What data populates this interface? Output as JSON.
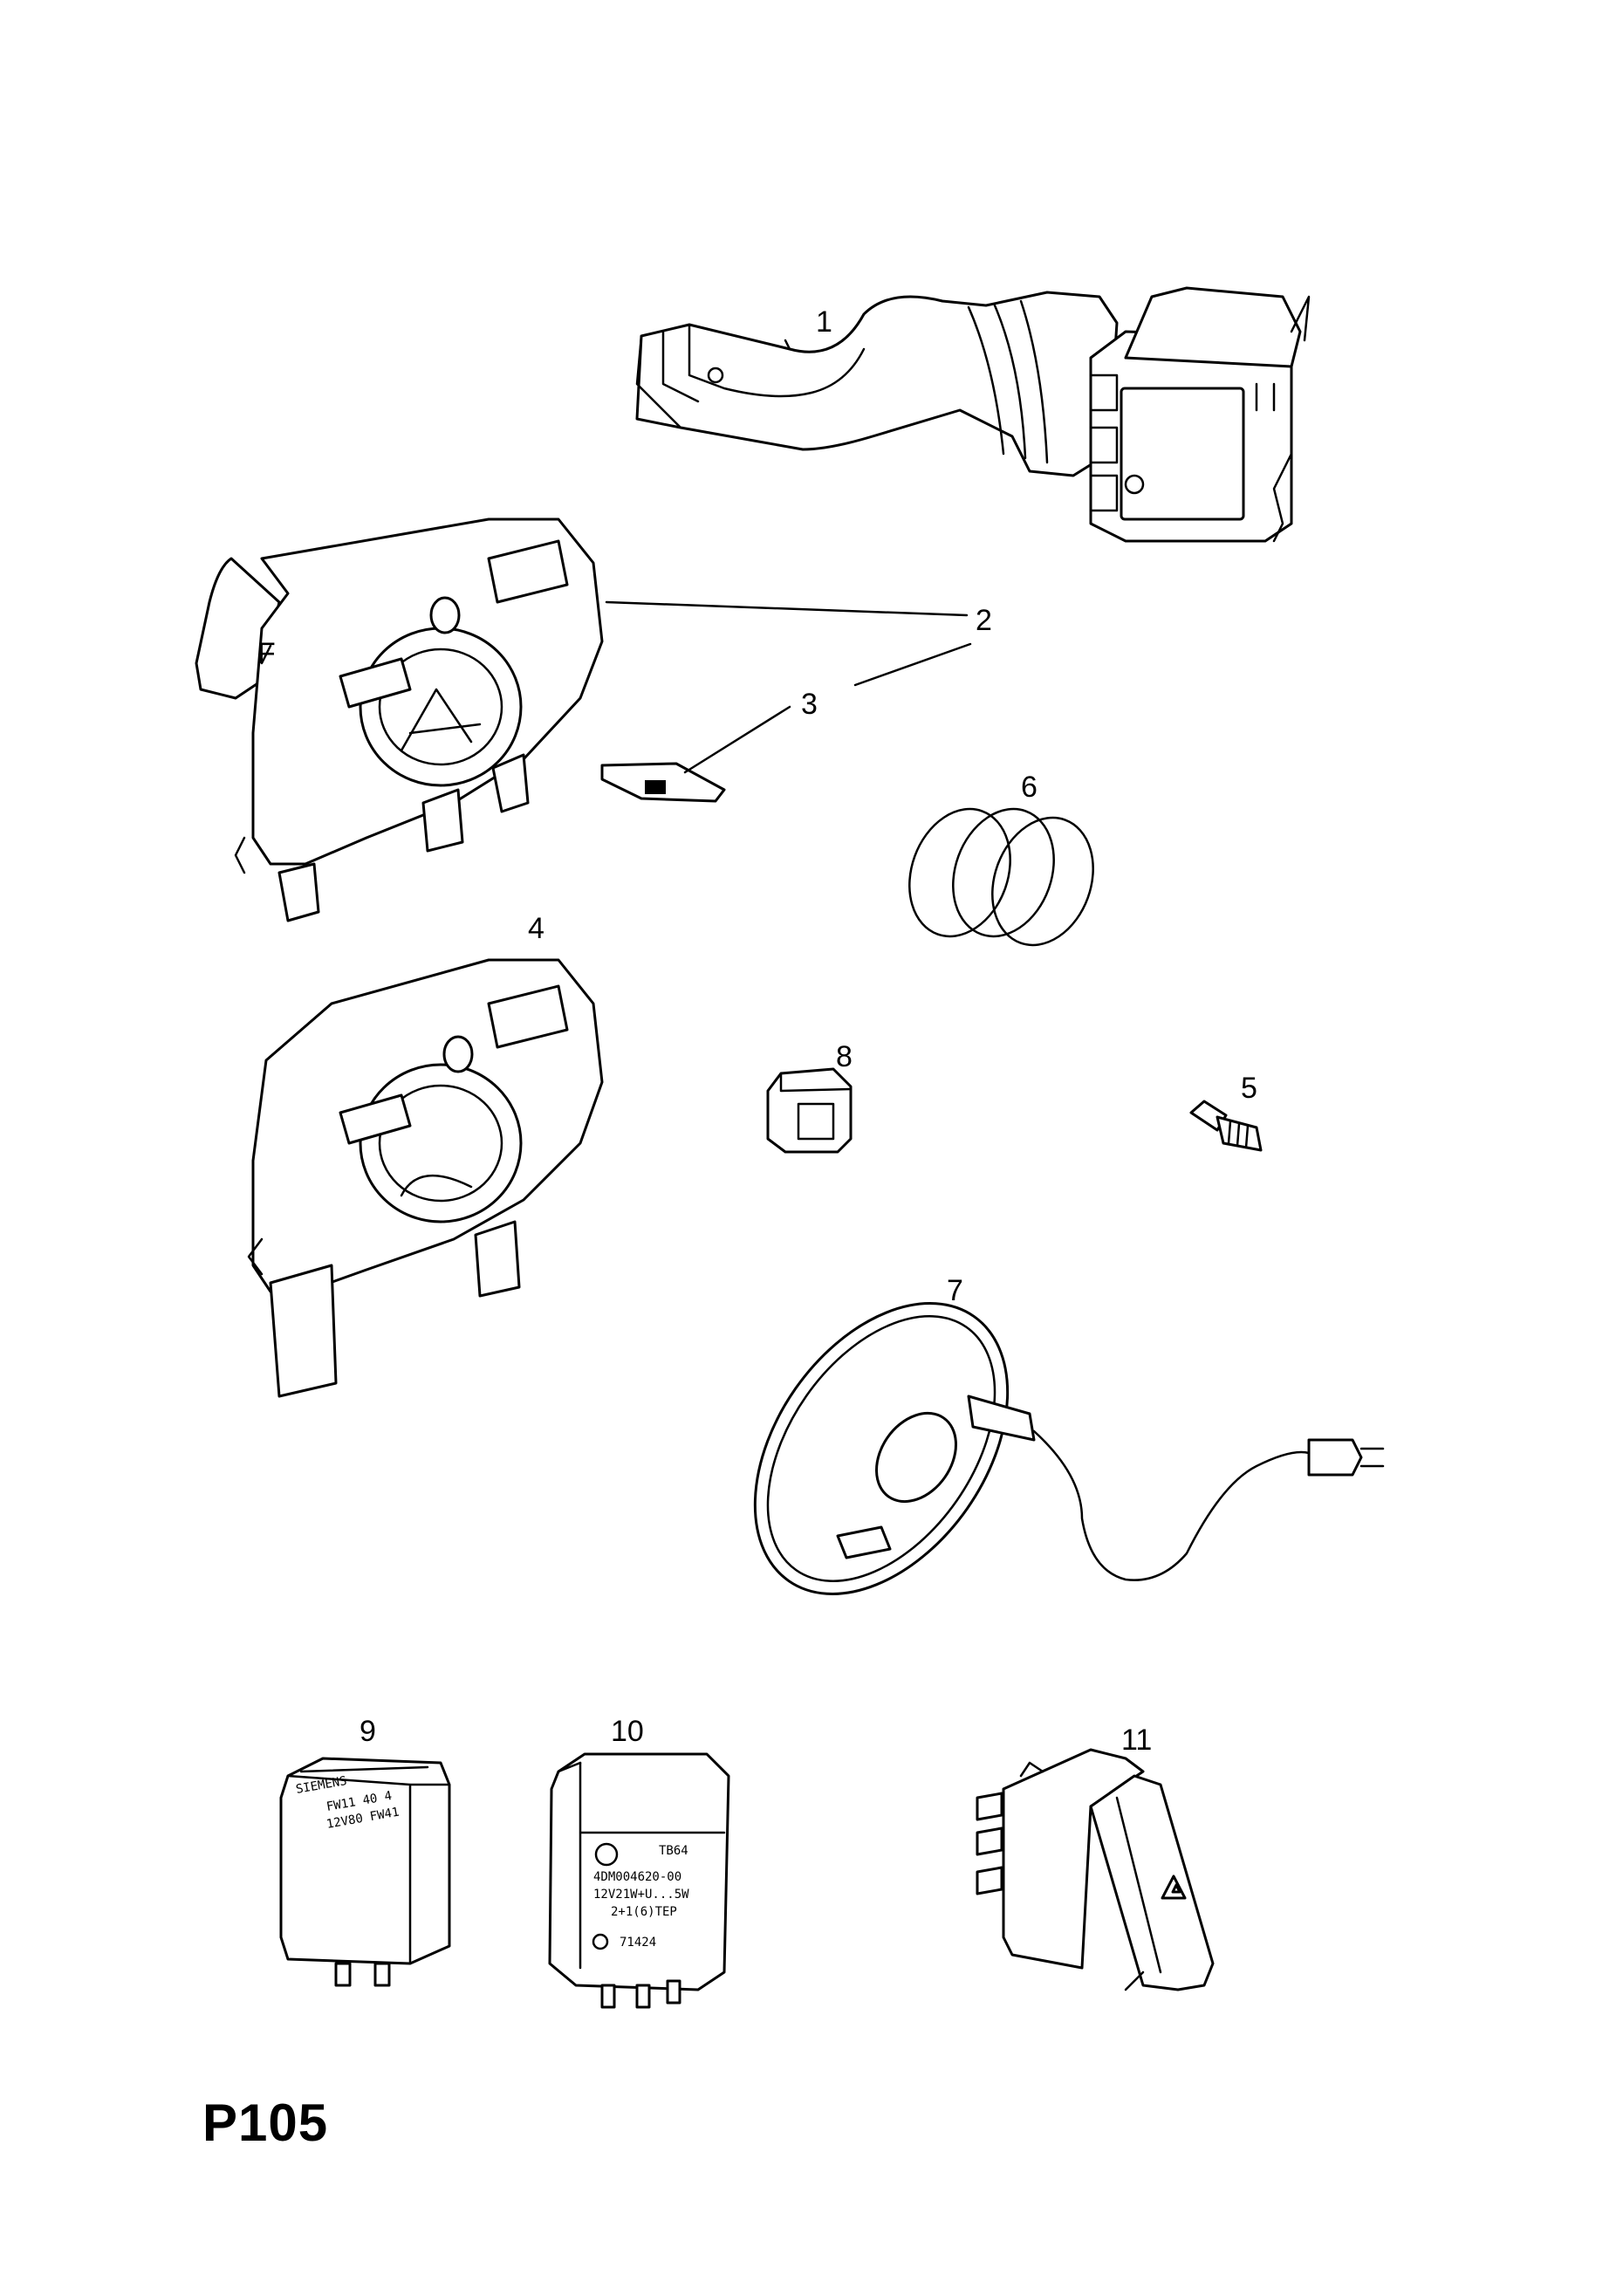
{
  "page_code": "P105",
  "callouts": {
    "c1": "1",
    "c2": "2",
    "c3": "3",
    "c4": "4",
    "c5": "5",
    "c6": "6",
    "c7": "7",
    "c8": "8",
    "c9": "9",
    "c10": "10",
    "c11": "11"
  },
  "relay_9_text": [
    "SIEMENS",
    "FW11 40 4",
    "12V80 FW41"
  ],
  "relay_10_text": [
    "TB64",
    "4DM004620-00",
    "12V21W+U...5W",
    "2+1(6)TEP",
    "71424"
  ]
}
